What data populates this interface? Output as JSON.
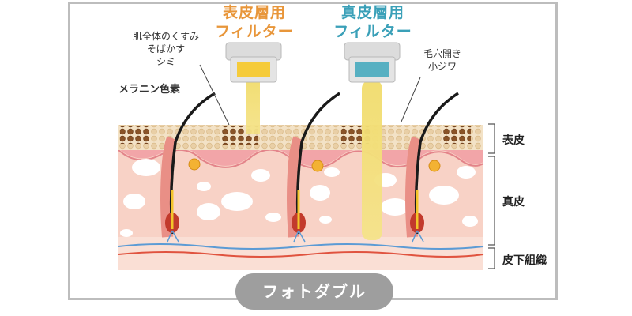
{
  "filters": [
    {
      "title_line1": "表皮層用",
      "title_line2": "フィルター",
      "color": "#e8963a",
      "lens_color": "#f5cb3a"
    },
    {
      "title_line1": "真皮層用",
      "title_line2": "フィルター",
      "color": "#3aa0b8",
      "lens_color": "#57b0c2"
    }
  ],
  "annotations": {
    "pigment": [
      "肌全体のくすみ",
      "そばかす",
      "シミ"
    ],
    "melanin": "メラニン色素",
    "pores": [
      "毛穴開き",
      "小ジワ"
    ]
  },
  "layers": {
    "epidermis": "表皮",
    "dermis": "真皮",
    "subcutaneous": "皮下組織"
  },
  "brand": "フォトダブル",
  "colors": {
    "skin": "#f6cbbf",
    "epidermis_pink": "#f2a5a8",
    "pigment_band": "#f1dcc0",
    "melanin": "#7b4a22",
    "light_beam": "#f3df73",
    "vessel_blue": "#5b9bd5",
    "vessel_red": "#e0533f",
    "frame": "#bdbdbd",
    "pill": "#9e9e9e"
  }
}
